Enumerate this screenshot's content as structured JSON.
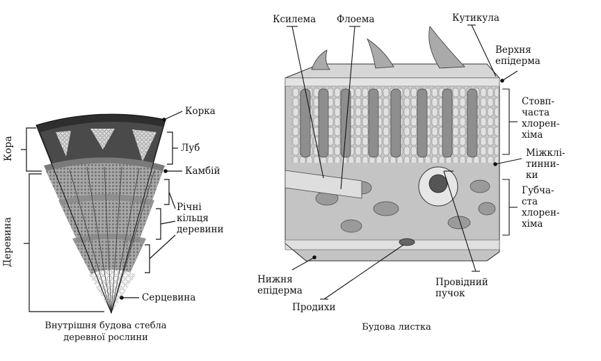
{
  "stem": {
    "labels": {
      "korka": "Корка",
      "lub": "Луб",
      "kambiy": "Камбій",
      "richni": "Річні\nкільця\nдеревини",
      "sertsevyna": "Серцевина",
      "kora": "Кора",
      "derevyna": "Деревина"
    },
    "caption": "Внутрішня будова стебла\nдеревної рослини"
  },
  "leaf": {
    "labels": {
      "ksylema": "Ксилема",
      "floema": "Флоема",
      "kutykula": "Кутикула",
      "verkhnia": "Верхня\nепідерма",
      "stovp": "Стовп-\nчаста\nхлорен-\nхіма",
      "mizh": "Міжклі-\nтинни-\nки",
      "hubch": "Губча-\nста\nхлорен-\nхіма",
      "provid": "Провідний\nпучок",
      "nyzhnia": "Нижня\nепідерма",
      "prodykhy": "Продихи"
    },
    "caption": "Будова листка"
  },
  "colors": {
    "ink": "#111111",
    "wood": "#9a9a9a",
    "bark": "#2a2a2a",
    "leaf": "#bdbdbd"
  }
}
